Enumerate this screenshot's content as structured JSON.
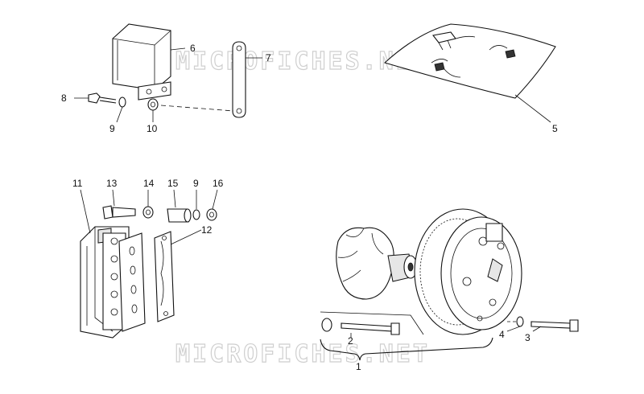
{
  "watermark": "MICROFICHES.NET",
  "callouts": {
    "c1": "1",
    "c2": "2",
    "c3": "3",
    "c4": "4",
    "c5": "5",
    "c6": "6",
    "c7": "7",
    "c8": "8",
    "c9a": "9",
    "c10": "10",
    "c11": "11",
    "c12": "12",
    "c13": "13",
    "c14": "14",
    "c15": "15",
    "c9b": "9",
    "c16": "16"
  }
}
